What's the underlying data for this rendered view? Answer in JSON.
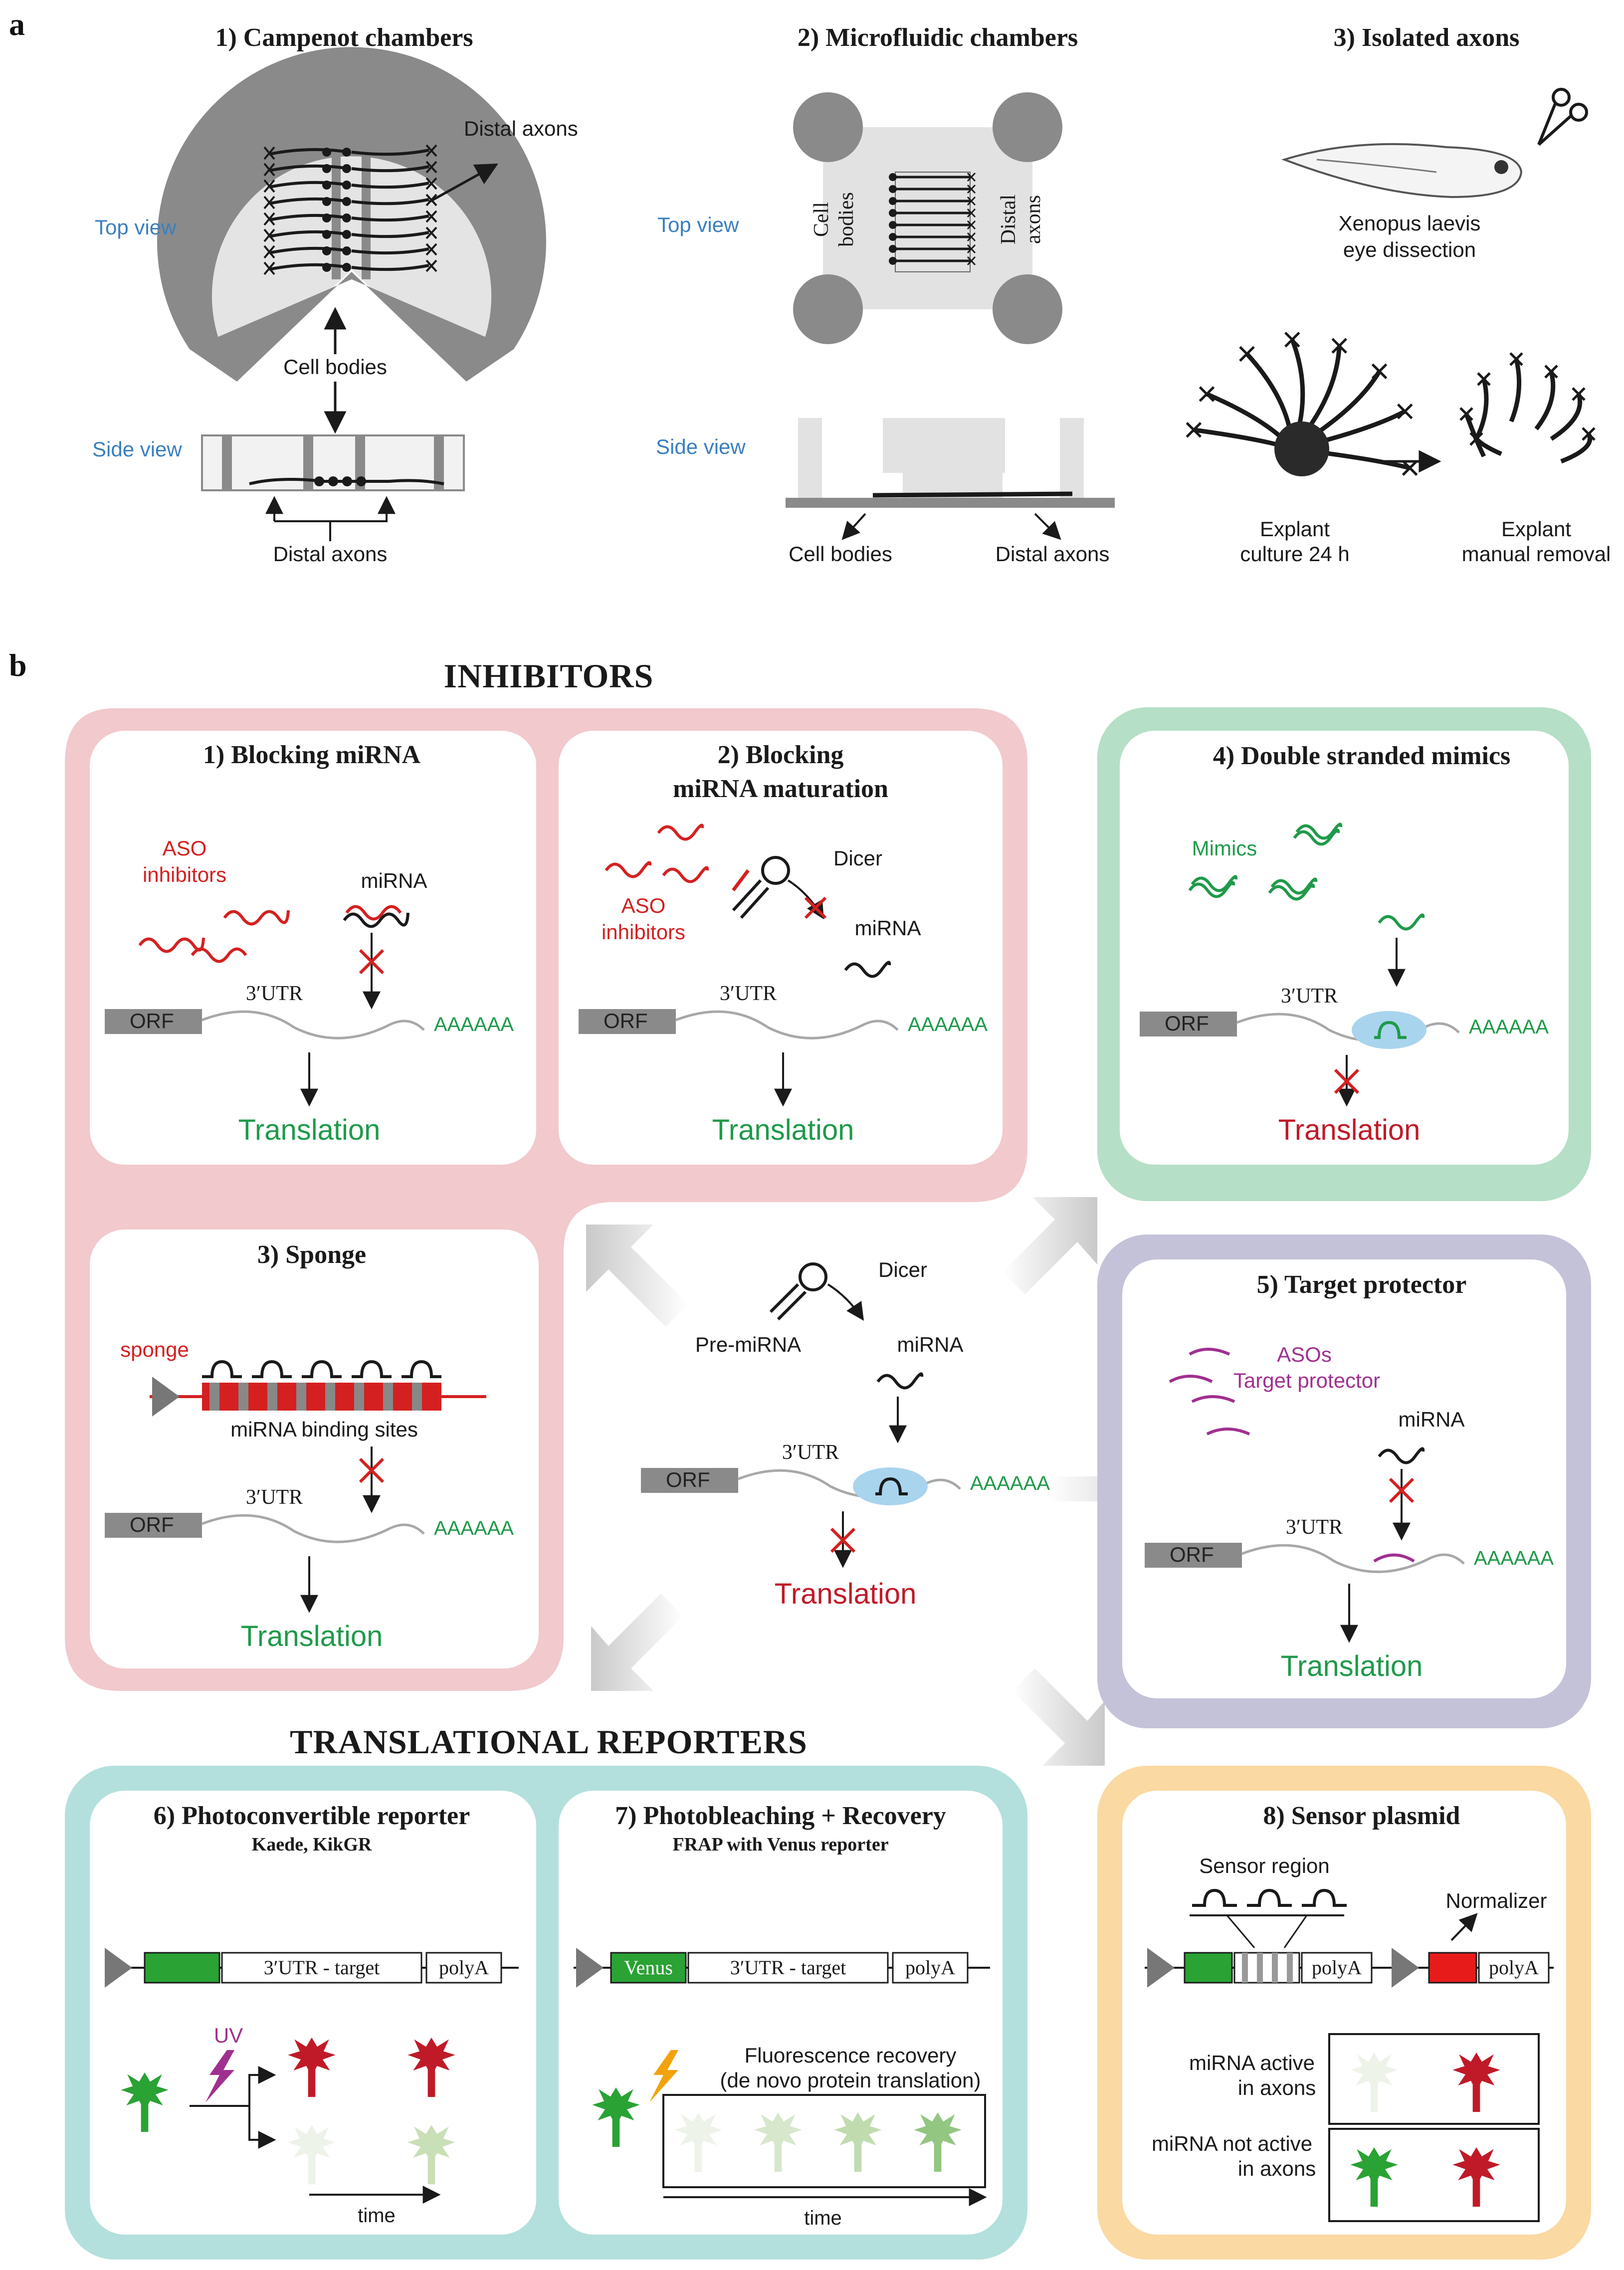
{
  "panel_a": {
    "letter": "a",
    "campenot": {
      "title": "1) Campenot chambers",
      "top_view": "Top view",
      "side_view": "Side view",
      "distal_axons_top": "Distal axons",
      "cell_bodies": "Cell bodies",
      "distal_axons_side": "Distal axons"
    },
    "microfluidic": {
      "title": "2) Microfluidic chambers",
      "top_view": "Top view",
      "side_view": "Side view",
      "cell_bodies_rot_1": "Cell",
      "cell_bodies_rot_2": "bodies",
      "distal_axons_rot_1": "Distal",
      "distal_axons_rot_2": "axons",
      "cell_bodies": "Cell bodies",
      "distal_axons": "Distal axons"
    },
    "isolated": {
      "title": "3) Isolated axons",
      "xenopus_1": "Xenopus laevis",
      "xenopus_2": "eye dissection",
      "explant_culture_1": "Explant",
      "explant_culture_2": "culture 24 h",
      "explant_removal_1": "Explant",
      "explant_removal_2": "manual removal"
    }
  },
  "panel_b": {
    "letter": "b",
    "inhibitors_title": "INHIBITORS",
    "reporters_title": "TRANSLATIONAL REPORTERS",
    "common": {
      "orf": "ORF",
      "utr": "3′UTR",
      "polya_tail": "AAAAAA",
      "translation": "Translation",
      "mirna": "miRNA",
      "dicer": "Dicer",
      "polya": "polyA",
      "utr_target": "3′UTR - target",
      "time": "time"
    },
    "blocking_mirna": {
      "title": "1) Blocking miRNA",
      "aso_1": "ASO",
      "aso_2": "inhibitors"
    },
    "blocking_maturation": {
      "title_1": "2) Blocking",
      "title_2": "miRNA maturation",
      "aso_1": "ASO",
      "aso_2": "inhibitors"
    },
    "sponge": {
      "title": "3) Sponge",
      "sponge_label": "sponge",
      "binding_sites": "miRNA binding sites"
    },
    "center": {
      "pre_mirna": "Pre-miRNA"
    },
    "mimics": {
      "title": "4) Double stranded mimics",
      "mimics_label": "Mimics"
    },
    "target_protector": {
      "title": "5) Target protector",
      "aso_1": "ASOs",
      "aso_2": "Target protector"
    },
    "photoconvertible": {
      "title": "6) Photoconvertible reporter",
      "subtitle": "Kaede, KikGR",
      "uv": "UV"
    },
    "frap": {
      "title": "7) Photobleaching + Recovery",
      "subtitle": "FRAP with Venus reporter",
      "venus": "Venus",
      "recovery_1": "Fluorescence recovery",
      "recovery_2": "(de novo protein translation)"
    },
    "sensor": {
      "title": "8) Sensor plasmid",
      "sensor_region": "Sensor region",
      "normalizer": "Normalizer",
      "active_1": "miRNA active",
      "active_2": "in axons",
      "not_active_1": "miRNA not active",
      "not_active_2": "in axons"
    }
  },
  "colors": {
    "pink_panel": "#f2c9cd",
    "green_panel": "#b5dfc6",
    "lavender_panel": "#c3c2d8",
    "cyan_panel": "#b3e0dc",
    "orange_panel": "#fbd9a2",
    "grey_device": "#8a8a8a",
    "light_device": "#e2e2e2",
    "aso_red": "#d42020",
    "mimic_green": "#1f9a4a",
    "protector_purple": "#a03090",
    "blue_label": "#3a7fc0",
    "dark_red": "#c01a28"
  }
}
